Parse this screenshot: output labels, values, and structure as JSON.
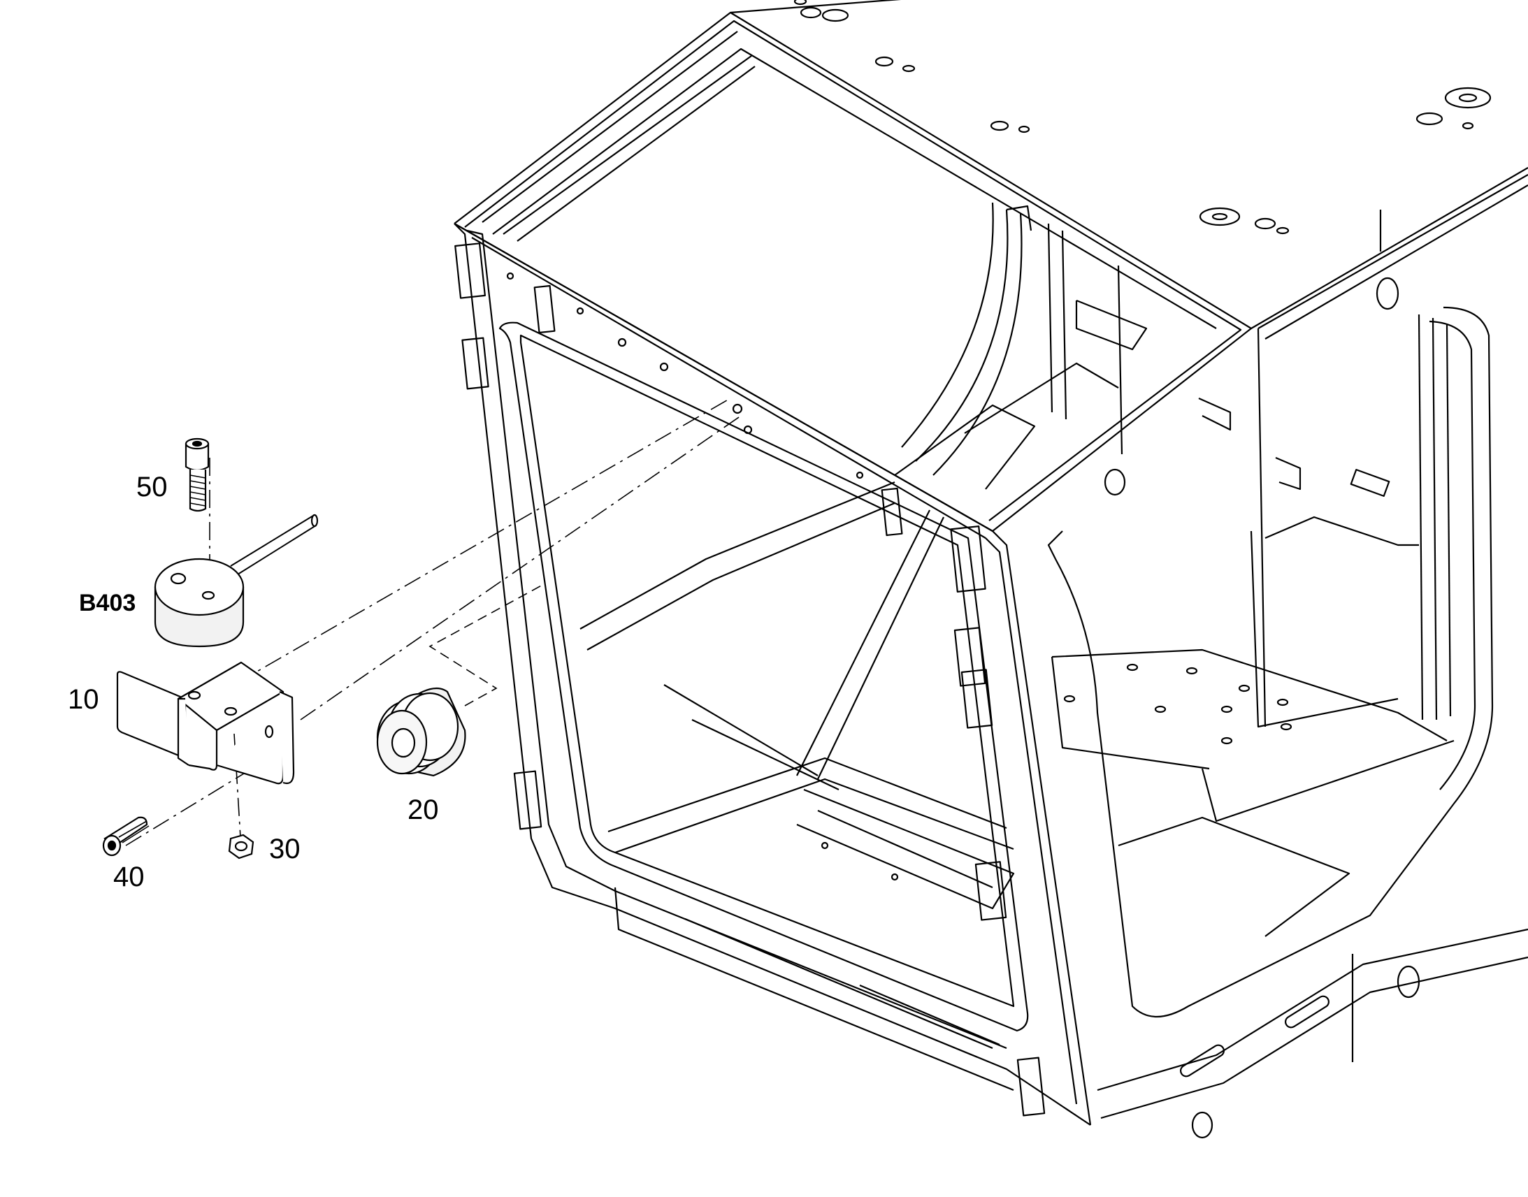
{
  "callouts": {
    "part_50": "50",
    "ref_b403": "B403",
    "part_10": "10",
    "part_20": "20",
    "part_40": "40",
    "part_30": "30"
  },
  "colors": {
    "line": "#000000",
    "part_shade": "#f2f2f2",
    "background": "#ffffff"
  }
}
